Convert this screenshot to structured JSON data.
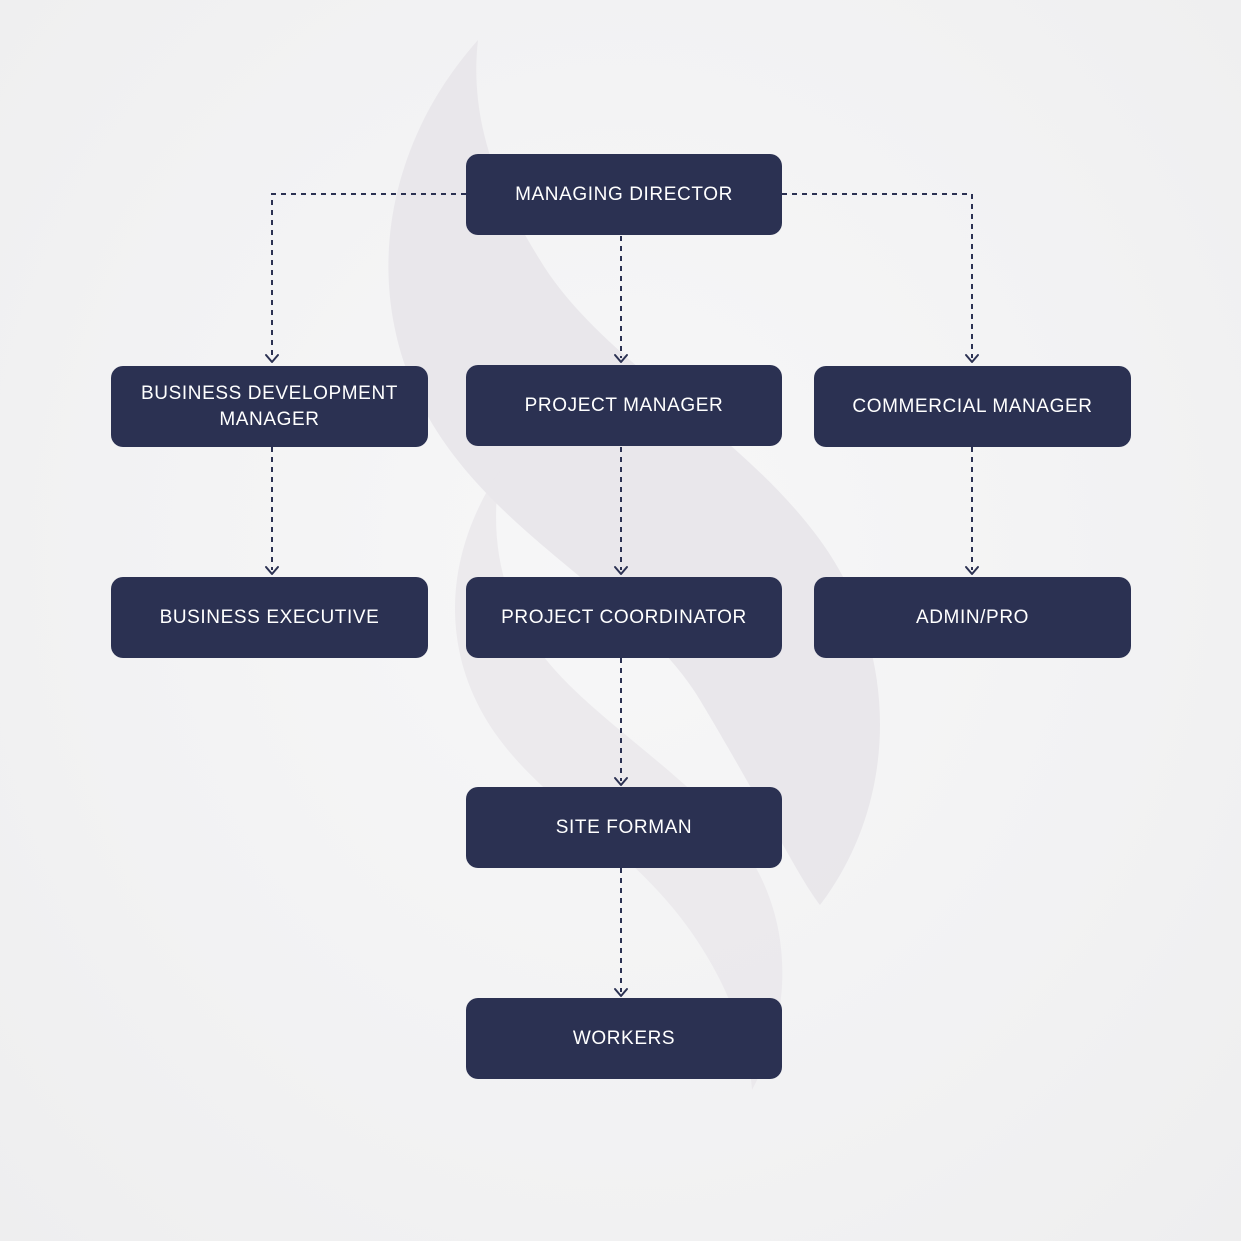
{
  "diagram": {
    "colors": {
      "node_fill": "#2b3152",
      "node_text": "#ffffff",
      "connector": "#2b3152",
      "background": "#f3f3f4",
      "watermark": "#e6e4e8"
    },
    "watermark_icon": "flame-swoosh-icon",
    "nodes": {
      "managing_director": {
        "label": "MANAGING DIRECTOR"
      },
      "business_development_manager": {
        "label": "BUSINESS DEVELOPMENT MANAGER"
      },
      "project_manager": {
        "label": "PROJECT MANAGER"
      },
      "commercial_manager": {
        "label": "COMMERCIAL MANAGER"
      },
      "business_executive": {
        "label": "BUSINESS EXECUTIVE"
      },
      "project_coordinator": {
        "label": "PROJECT COORDINATOR"
      },
      "admin_pro": {
        "label": "ADMIN/PRO"
      },
      "site_forman": {
        "label": "SITE FORMAN"
      },
      "workers": {
        "label": "WORKERS"
      }
    },
    "edges": [
      {
        "from": "managing_director",
        "to": "business_development_manager"
      },
      {
        "from": "managing_director",
        "to": "project_manager"
      },
      {
        "from": "managing_director",
        "to": "commercial_manager"
      },
      {
        "from": "business_development_manager",
        "to": "business_executive"
      },
      {
        "from": "project_manager",
        "to": "project_coordinator"
      },
      {
        "from": "commercial_manager",
        "to": "admin_pro"
      },
      {
        "from": "project_coordinator",
        "to": "site_forman"
      },
      {
        "from": "site_forman",
        "to": "workers"
      }
    ]
  }
}
